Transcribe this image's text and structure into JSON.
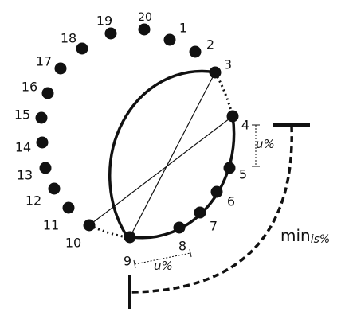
{
  "nodes": [
    "1",
    "2",
    "3",
    "4",
    "5",
    "6",
    "7",
    "8",
    "9",
    "10",
    "11",
    "12",
    "13",
    "14",
    "15",
    "16",
    "17",
    "18",
    "19",
    "20"
  ],
  "chords": [
    [
      "3",
      "9"
    ],
    [
      "4",
      "10"
    ]
  ],
  "dotted_arcs": [
    [
      "3",
      "4"
    ],
    [
      "9",
      "10"
    ]
  ],
  "annotations": {
    "u_label_right": "u%",
    "u_label_bottom": "u%",
    "min_main": "min",
    "min_sub": "is%"
  }
}
